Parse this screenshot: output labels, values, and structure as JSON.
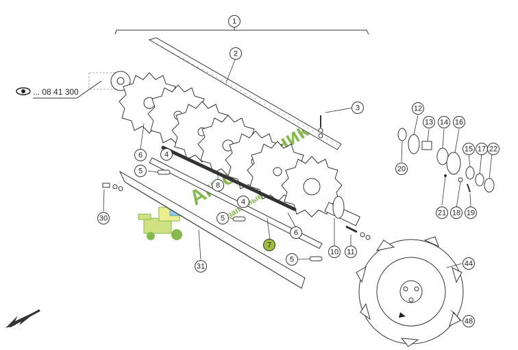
{
  "diagram": {
    "reference_note": "... 08 41 300",
    "callouts": [
      {
        "id": "c1",
        "label": "1"
      },
      {
        "id": "c2",
        "label": "2"
      },
      {
        "id": "c3",
        "label": "3"
      },
      {
        "id": "c4a",
        "label": "4"
      },
      {
        "id": "c4b",
        "label": "4"
      },
      {
        "id": "c5a",
        "label": "5"
      },
      {
        "id": "c5b",
        "label": "5"
      },
      {
        "id": "c5c",
        "label": "5"
      },
      {
        "id": "c6a",
        "label": "6"
      },
      {
        "id": "c6b",
        "label": "6"
      },
      {
        "id": "c7",
        "label": "7",
        "highlight": true
      },
      {
        "id": "c8",
        "label": "8"
      },
      {
        "id": "c10",
        "label": "10"
      },
      {
        "id": "c11",
        "label": "11"
      },
      {
        "id": "c12",
        "label": "12"
      },
      {
        "id": "c13",
        "label": "13"
      },
      {
        "id": "c14",
        "label": "14"
      },
      {
        "id": "c15",
        "label": "15"
      },
      {
        "id": "c16",
        "label": "16"
      },
      {
        "id": "c17",
        "label": "17"
      },
      {
        "id": "c18",
        "label": "18"
      },
      {
        "id": "c19",
        "label": "19"
      },
      {
        "id": "c20",
        "label": "20"
      },
      {
        "id": "c21",
        "label": "21"
      },
      {
        "id": "c22",
        "label": "22"
      },
      {
        "id": "c30",
        "label": "30"
      },
      {
        "id": "c31",
        "label": "31"
      },
      {
        "id": "c44",
        "label": "44"
      },
      {
        "id": "c48",
        "label": "48"
      }
    ]
  },
  "watermark": {
    "brand": "АгроМеханик",
    "tagline": "запасные части"
  },
  "colors": {
    "line": "#333333",
    "callout_fill": "#ffffff",
    "highlight_fill": "#9bbf3a",
    "watermark": "#6fae2e"
  }
}
